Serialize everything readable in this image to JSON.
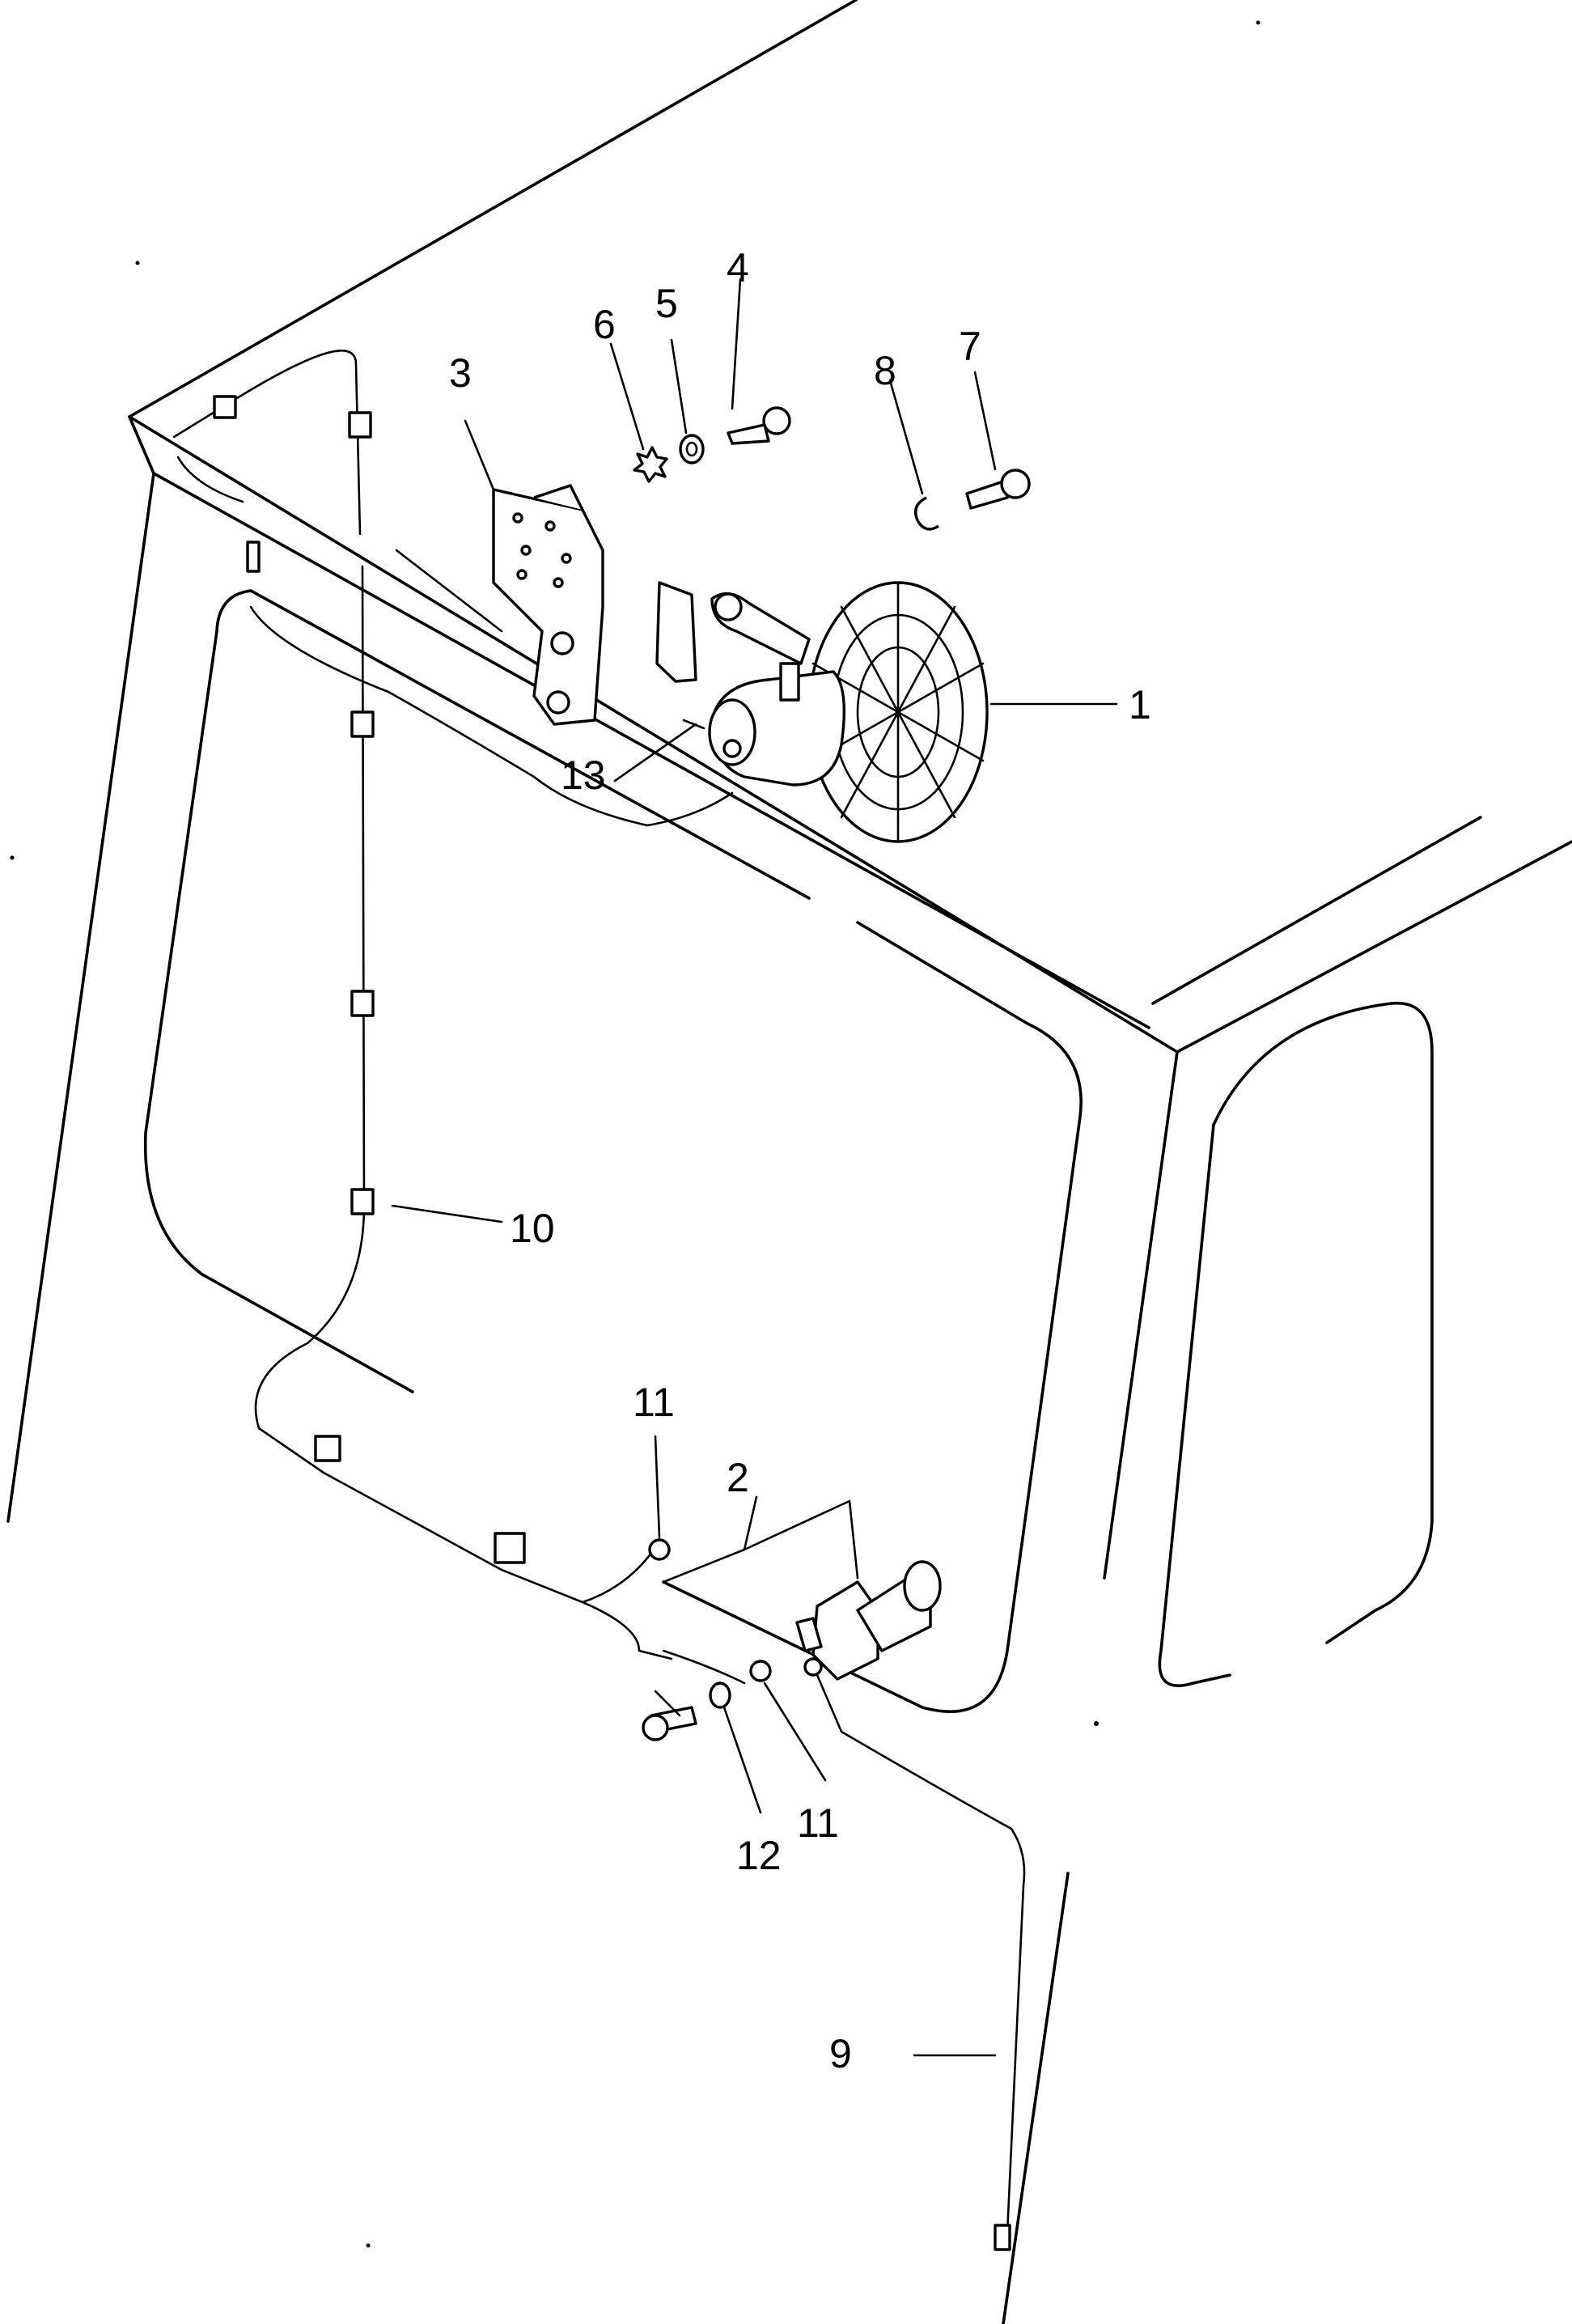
{
  "diagram": {
    "callouts": [
      {
        "id": "1",
        "text": "1"
      },
      {
        "id": "2",
        "text": "2"
      },
      {
        "id": "3",
        "text": "3"
      },
      {
        "id": "4",
        "text": "4"
      },
      {
        "id": "5",
        "text": "5"
      },
      {
        "id": "6",
        "text": "6"
      },
      {
        "id": "7",
        "text": "7"
      },
      {
        "id": "8",
        "text": "8"
      },
      {
        "id": "9",
        "text": "9"
      },
      {
        "id": "10",
        "text": "10"
      },
      {
        "id": "11a",
        "text": "11"
      },
      {
        "id": "11b",
        "text": "11"
      },
      {
        "id": "12",
        "text": "12"
      },
      {
        "id": "13",
        "text": "13"
      }
    ]
  }
}
